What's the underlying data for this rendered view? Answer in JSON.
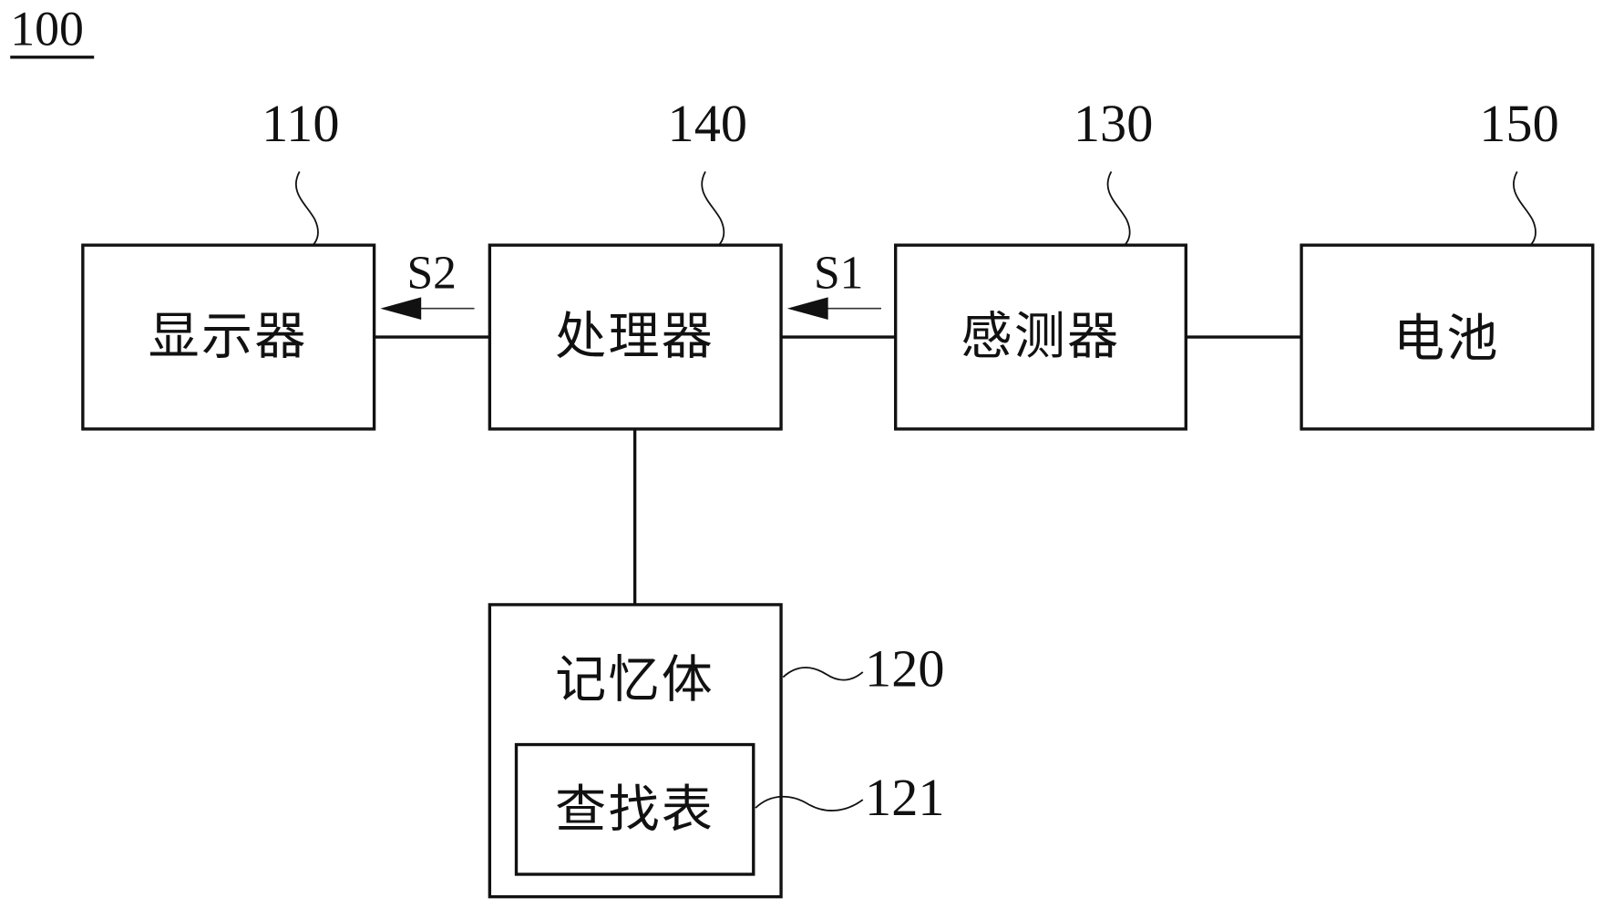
{
  "figure": {
    "label": "100"
  },
  "blocks": {
    "display": {
      "ref": "110",
      "label": "显示器"
    },
    "processor": {
      "ref": "140",
      "label": "处理器"
    },
    "sensor": {
      "ref": "130",
      "label": "感测器"
    },
    "battery": {
      "ref": "150",
      "label": "电池"
    },
    "memory": {
      "ref": "120",
      "label": "记忆体"
    },
    "lookup_table": {
      "ref": "121",
      "label": "查找表"
    }
  },
  "signals": {
    "s1": {
      "label": "S1",
      "from": "sensor",
      "to": "processor"
    },
    "s2": {
      "label": "S2",
      "from": "processor",
      "to": "display"
    }
  },
  "connections": [
    {
      "from": "display",
      "to": "processor"
    },
    {
      "from": "processor",
      "to": "sensor"
    },
    {
      "from": "sensor",
      "to": "battery"
    },
    {
      "from": "processor",
      "to": "memory"
    }
  ]
}
